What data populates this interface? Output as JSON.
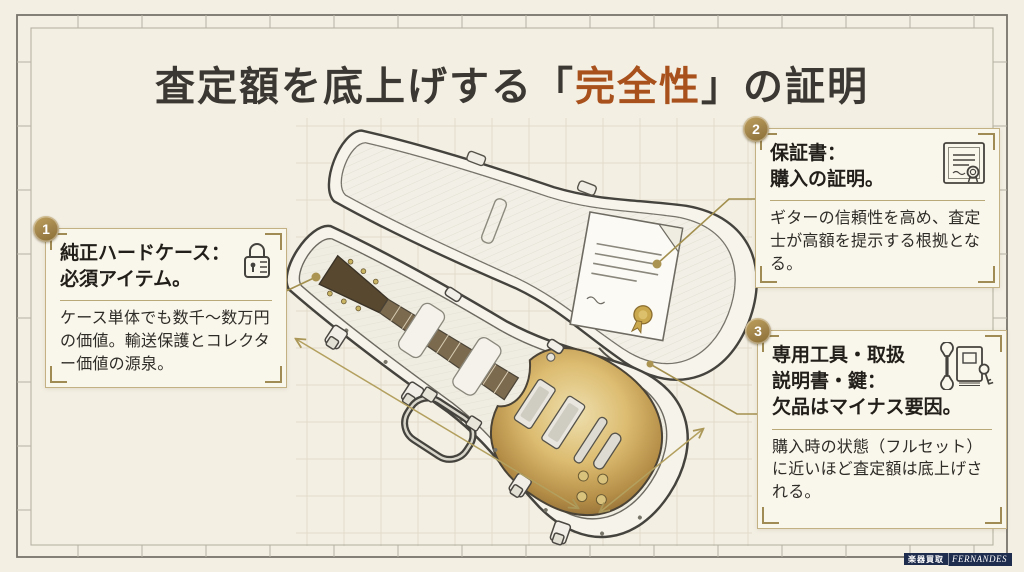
{
  "title": {
    "prefix": "査定額を底上げする「",
    "accent": "完全性",
    "suffix": "」の証明"
  },
  "annotations": [
    {
      "number": "1",
      "icon": "lock-icon",
      "title": "純正ハードケース：\n必須アイテム。",
      "body": "ケース単体でも数千〜数万円の価値。輸送保護とコレクター価値の源泉。"
    },
    {
      "number": "2",
      "icon": "certificate-icon",
      "title": "保証書：\n購入の証明。",
      "body": "ギターの信頼性を高め、査定士が高額を提示する根拠となる。"
    },
    {
      "number": "3",
      "icon": "tools-manual-key-icon",
      "title": "専用工具・取扱\n説明書・鍵：\n欠品はマイナス要因。",
      "body": "購入時の状態（フルセット）に近いほど査定額は底上げされる。"
    }
  ],
  "footer": {
    "brand_left": "楽器買取",
    "brand_right": "FERNANDES"
  },
  "colors": {
    "background": "#f3efe3",
    "title_ink": "#3b3833",
    "accent_red": "#a8511d",
    "gold_line": "#a89254",
    "box_border": "#c3b183",
    "box_background": "#f9f6eb",
    "badge_gold": "#a0834a",
    "brand_navy": "#1e2c4d",
    "grid_line": "#ddd8c6"
  }
}
